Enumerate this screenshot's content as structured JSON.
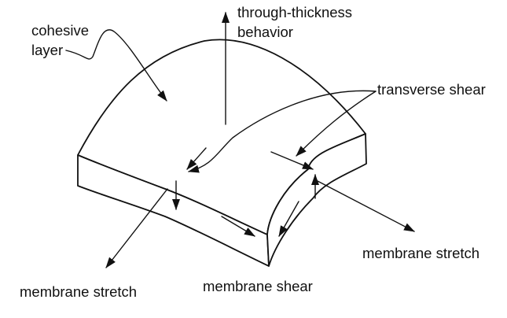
{
  "labels": {
    "cohesive_line1": "cohesive",
    "cohesive_line2": "layer",
    "through_line1": "through-thickness",
    "through_line2": "behavior",
    "transverse_shear": "transverse shear",
    "membrane_stretch_right": "membrane stretch",
    "membrane_stretch_left": "membrane stretch",
    "membrane_shear": "membrane shear"
  },
  "colors": {
    "ink": "#111111",
    "background": "#ffffff"
  }
}
